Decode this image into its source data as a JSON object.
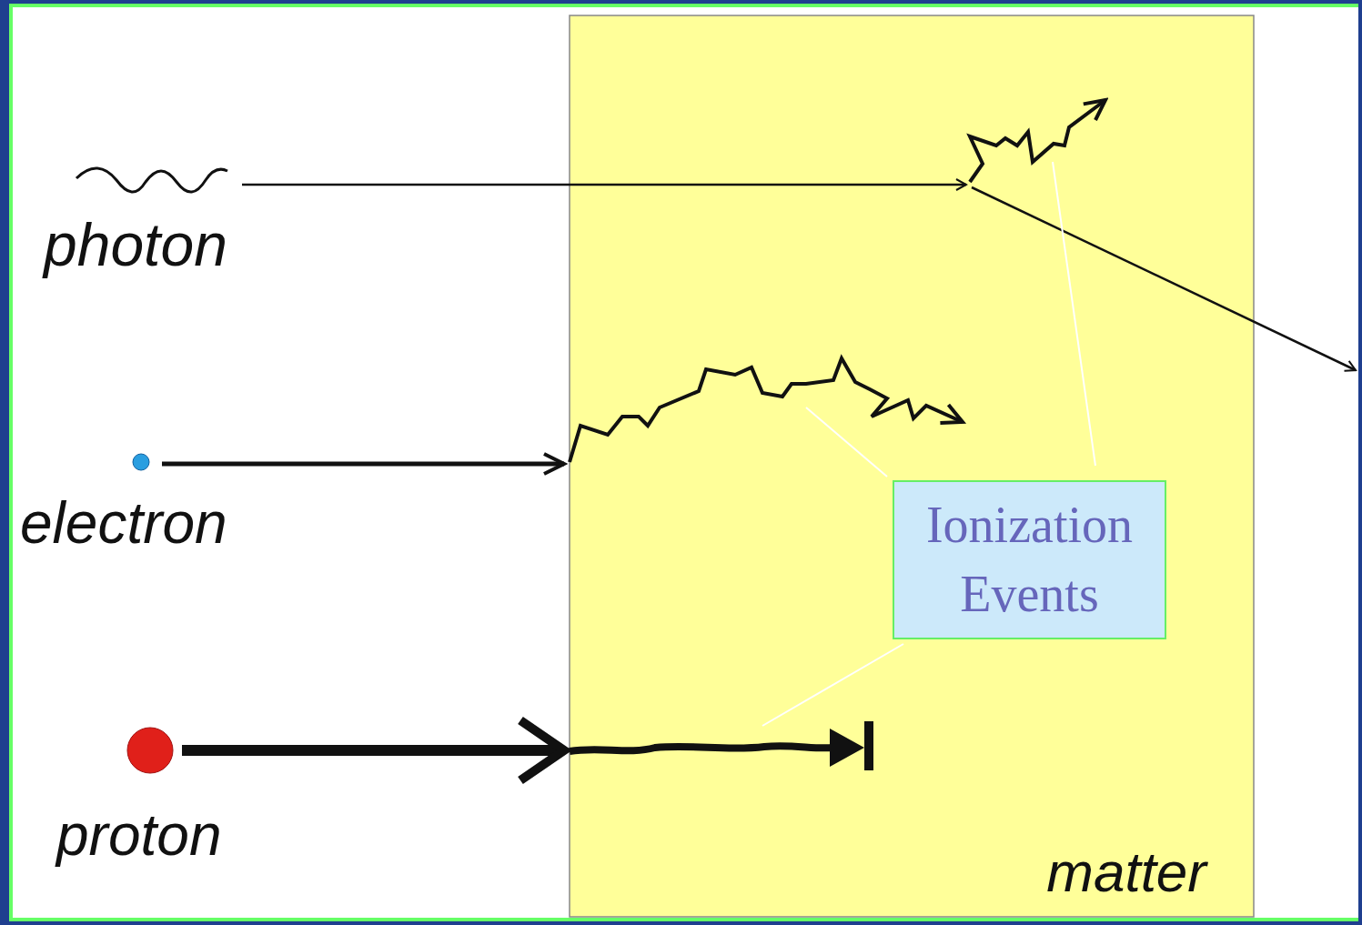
{
  "diagram": {
    "nodes": [
      {
        "text": [
          "matter"
        ]
      },
      {
        "text": [
          "Ionization Events"
        ],
        "in": 0
      }
    ],
    "labels": [
      "photon",
      "electron",
      "proton"
    ]
  }
}
